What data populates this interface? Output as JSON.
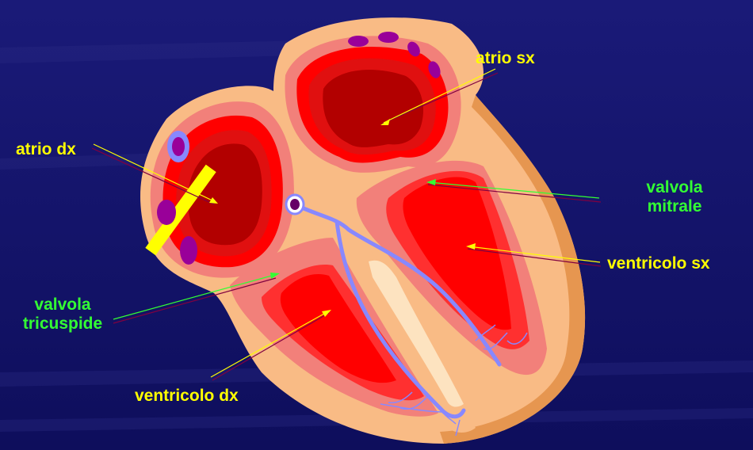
{
  "labels": {
    "atrio_sx": "atrio sx",
    "atrio_dx": "atrio dx",
    "valvola_mitrale_l1": "valvola",
    "valvola_mitrale_l2": "mitrale",
    "ventricolo_sx": "ventricolo sx",
    "valvola_tricuspide_l1": "valvola",
    "valvola_tricuspide_l2": "tricuspide",
    "ventricolo_dx": "ventricolo dx"
  },
  "colors": {
    "background": "#14146a",
    "label_yellow": "#ffff00",
    "label_green": "#33ff33",
    "outer_wall": "#f9bb85",
    "pericardium_edge": "#e69650",
    "chamber_dark": "#b20000",
    "chamber_red": "#ff0000",
    "myocardium_pink": "#f2807a",
    "conduction_blue": "#8888ff",
    "crista_yellow": "#ffff00",
    "vessel_purple": "#990099"
  }
}
